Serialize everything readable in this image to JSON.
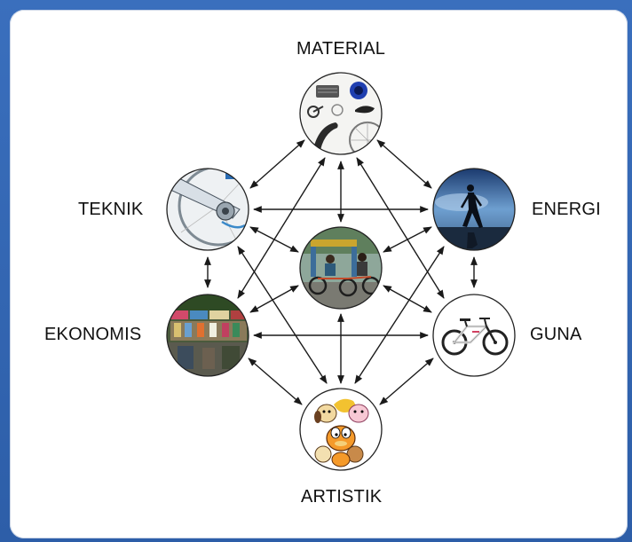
{
  "nodes": {
    "material": {
      "label": "MATERIAL",
      "image": "bicycle-parts-photo"
    },
    "teknik": {
      "label": "TEKNIK",
      "image": "bicycle-gear-mechanism-photo"
    },
    "energi": {
      "label": "ENERGI",
      "image": "walking-person-silhouette-photo"
    },
    "center": {
      "image": "pedicab-rickshaw-photo"
    },
    "ekonomis": {
      "label": "EKONOMIS",
      "image": "market-stalls-photo"
    },
    "guna": {
      "label": "GUNA",
      "image": "bicycle-photo"
    },
    "artistik": {
      "label": "ARTISTIK",
      "image": "cartoon-characters-illustration"
    }
  },
  "colors": {
    "frame": "#2e5fa8",
    "panel": "#ffffff",
    "arrow": "#1a1a1a",
    "circle_stroke": "#222222"
  }
}
